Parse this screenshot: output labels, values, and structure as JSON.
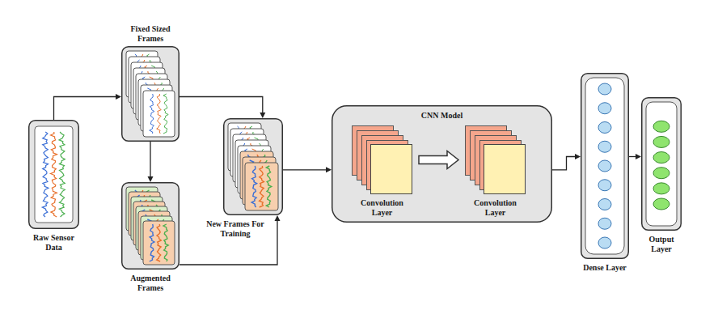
{
  "diagram": {
    "nodes": [
      {
        "text": [
          "Raw Sensor Data"
        ]
      },
      {
        "text": [
          "Fixed Sized Frames"
        ]
      },
      {
        "text": [
          "Augmented Frames"
        ]
      },
      {
        "text": [
          "New Frames For Training"
        ]
      },
      {
        "text": [
          "CNN Model"
        ]
      },
      {
        "text": [
          "Convolution Layer"
        ],
        "in": 4
      },
      {
        "text": [
          "Convolution Layer"
        ],
        "in": 4
      },
      {
        "text": [
          "Dense Layer"
        ]
      },
      {
        "text": [
          "Output Layer"
        ]
      }
    ],
    "edges": [
      {
        "from": 0,
        "to": 1,
        "arrow": "to"
      },
      {
        "from": 1,
        "to": 2,
        "arrow": "to"
      },
      {
        "from": 1,
        "to": 3,
        "arrow": "to"
      },
      {
        "from": 2,
        "to": 3,
        "arrow": "to"
      },
      {
        "from": 3,
        "to": 4,
        "arrow": "to"
      },
      {
        "from": 5,
        "to": 6,
        "arrow": "to"
      },
      {
        "from": 4,
        "to": 7,
        "arrow": "to"
      },
      {
        "from": 7,
        "to": 8,
        "arrow": "to"
      }
    ]
  }
}
